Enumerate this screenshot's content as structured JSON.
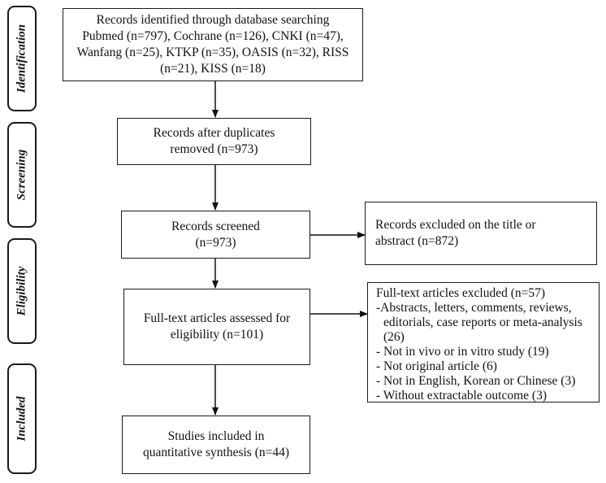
{
  "phases": {
    "identification": "Identification",
    "screening": "Screening",
    "eligibility": "Eligibility",
    "included": "Included"
  },
  "boxes": {
    "identified": {
      "lines": [
        "Records identified through database searching",
        "Pubmed (n=797), Cochrane (n=126), CNKI (n=47),",
        "Wanfang (n=25), KTKP (n=35), OASIS (n=32), RISS",
        "(n=21), KISS (n=18)"
      ]
    },
    "after_duplicates": {
      "lines": [
        "Records after duplicates",
        "removed (n=973)"
      ]
    },
    "screened": {
      "lines": [
        "Records screened",
        "(n=973)"
      ]
    },
    "excluded_title": {
      "lines": [
        "Records excluded on the title or",
        "abstract (n=872)"
      ]
    },
    "fulltext_assessed": {
      "lines": [
        "Full-text articles assessed for",
        "eligibility (n=101)"
      ]
    },
    "fulltext_excluded": {
      "header": "Full-text articles excluded (n=57)",
      "items": [
        "-Abstracts, letters, comments, reviews, editorials, case reports or meta-analysis (26)",
        "- Not in vivo or in vitro study (19)",
        "- Not original article (6)",
        "- Not in English, Korean or Chinese (3)",
        "- Without extractable outcome (3)"
      ]
    },
    "included": {
      "lines": [
        "Studies included in",
        "quantitative synthesis (n=44)"
      ]
    }
  }
}
